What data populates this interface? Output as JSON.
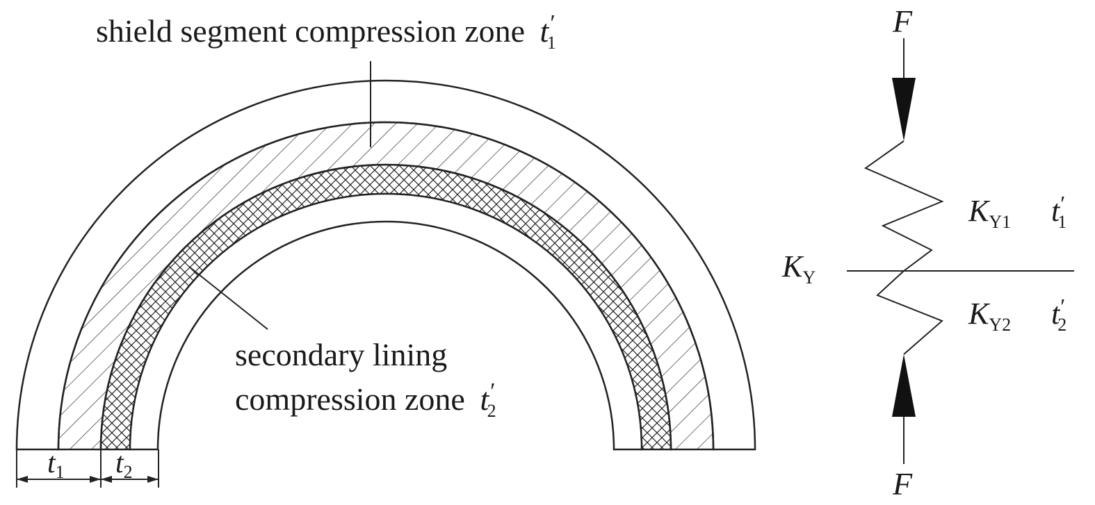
{
  "labels": {
    "shield_zone": "shield segment compression zone",
    "secondary_zone_line1": "secondary lining",
    "secondary_zone_line2": "compression zone",
    "t1_prime": "t",
    "t1_prime_sub": "1",
    "t2_prime": "t",
    "t2_prime_sub": "2",
    "prime": "′",
    "dim_t1": "t",
    "dim_t1_sub": "1",
    "dim_t2": "t",
    "dim_t2_sub": "2",
    "force_top": "F",
    "force_bottom": "F",
    "ky": "K",
    "ky_sub": "Y",
    "ky1": "K",
    "ky1_sub": "Y1",
    "ky2": "K",
    "ky2_sub": "Y2"
  }
}
